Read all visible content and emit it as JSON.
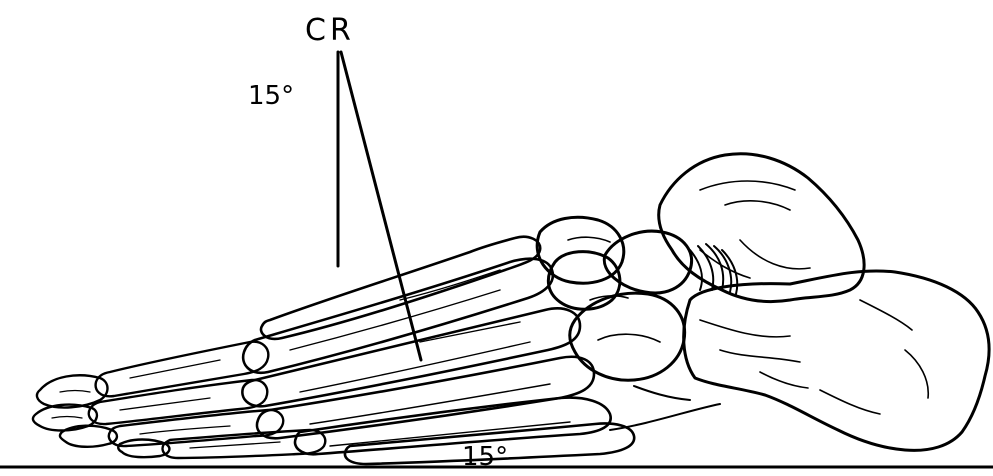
{
  "labels": {
    "central_ray": "CR",
    "angle_top": "15°",
    "angle_bottom": "15°"
  },
  "colors": {
    "ink": "#000000",
    "background": "#ffffff"
  }
}
